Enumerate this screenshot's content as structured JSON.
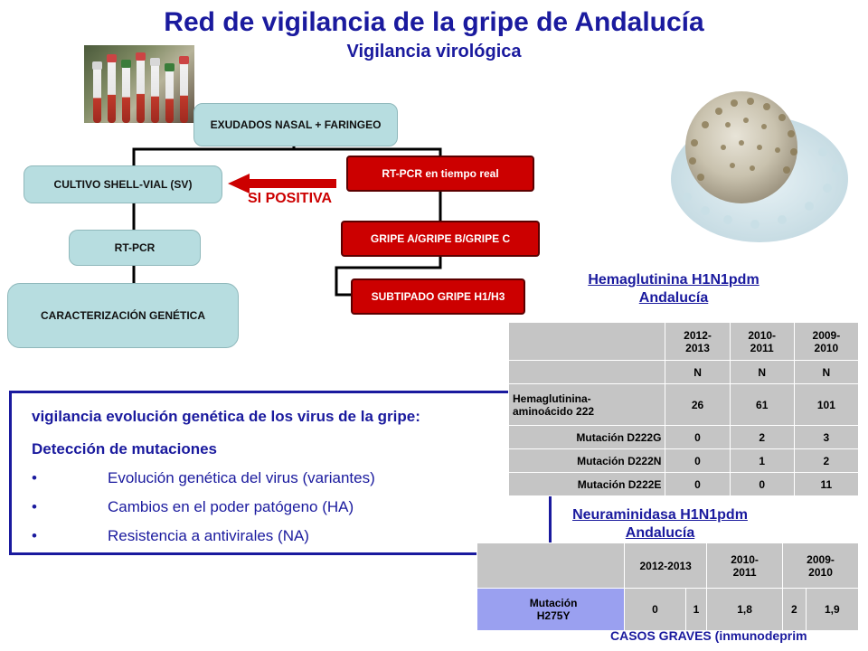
{
  "title": "Red de vigilancia de la gripe de Andalucía",
  "subtitle": "Vigilancia virológica",
  "flow": {
    "exudados": "EXUDADOS NASAL + FARINGEO",
    "cultivo": "CULTIVO SHELL-VIAL (SV)",
    "rtpcr_left": "RT-PCR",
    "caracterizacion": "CARACTERIZACIÓN GENÉTICA",
    "rtpcr_real": "RT-PCR en tiempo real",
    "gripe_abc": "GRIPE A/GRIPE B/GRIPE C",
    "subtipado": "SUBTIPADO GRIPE H1/H3",
    "si_positiva": "SI POSITIVA"
  },
  "infobox": {
    "heading": "vigilancia evolución genética de los virus de la gripe:",
    "subheading": "Detección de mutaciones",
    "bullet_symbol": "•",
    "bullets": [
      "Evolución genética del virus (variantes)",
      "Cambios en el poder patógeno (HA)",
      "Resistencia a antivirales (NA)"
    ]
  },
  "hemaglutinina": {
    "title_line1": "Hemaglutinina H1N1pdm",
    "title_line2": "Andalucía",
    "columns": [
      "2012-\n2013",
      "2010-\n2011",
      "2009-\n2010"
    ],
    "n_row": [
      "N",
      "N",
      "N"
    ],
    "rows": [
      {
        "label": "Hemaglutinina-\naminoácido 222",
        "values": [
          "26",
          "61",
          "101"
        ]
      },
      {
        "label": "Mutación D222G",
        "values": [
          "0",
          "2",
          "3"
        ]
      },
      {
        "label": "Mutación D222N",
        "values": [
          "0",
          "1",
          "2"
        ]
      },
      {
        "label": "Mutación D222E",
        "values": [
          "0",
          "0",
          "11"
        ]
      }
    ]
  },
  "neuraminidasa": {
    "title_line1": "Neuraminidasa H1N1pdm",
    "title_line2": "Andalucía",
    "columns": [
      "2012-2013",
      "2010-\n2011",
      "2009-\n2010"
    ],
    "row_label": "Mutación\nH275Y",
    "values": [
      "0",
      "1",
      "1,8",
      "2",
      "1,9"
    ]
  },
  "footer": "CASOS GRAVES (inmunodeprim",
  "colors": {
    "title_blue": "#1a1a9e",
    "red_box": "#cc0000",
    "teal_box": "#b7dde0",
    "table_gray": "#c5c5c5",
    "mutation_cell": "#9aa0f0"
  }
}
